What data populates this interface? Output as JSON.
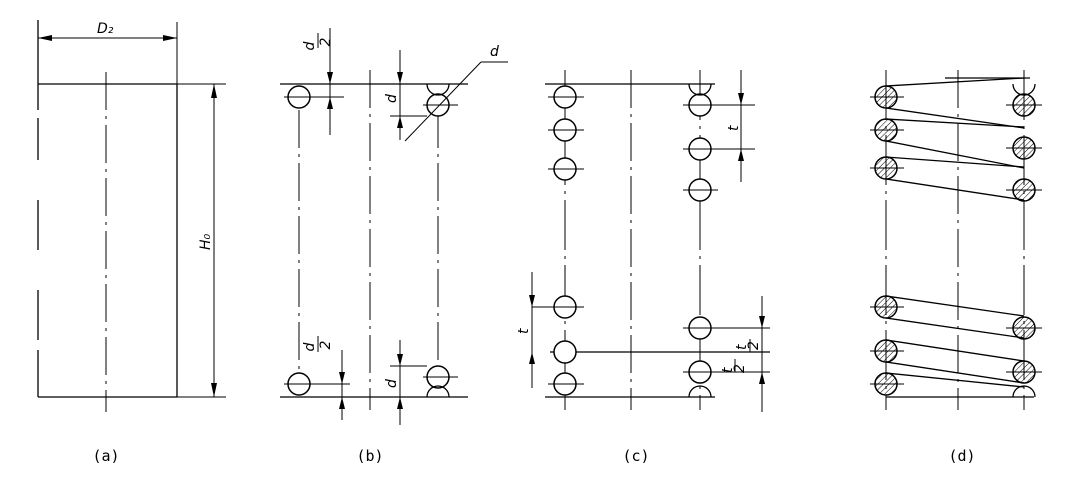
{
  "panels": [
    {
      "id": "a",
      "caption": "(a)",
      "labels": {
        "outer_diameter": "D₂",
        "free_height": "H₀"
      }
    },
    {
      "id": "b",
      "caption": "(b)",
      "labels": {
        "d": "d",
        "half_d_num": "d",
        "half_d_den": "2"
      }
    },
    {
      "id": "c",
      "caption": "(c)",
      "labels": {
        "pitch": "t",
        "half_t_num": "t",
        "half_t_den": "2"
      }
    },
    {
      "id": "d",
      "caption": "(d)"
    }
  ]
}
